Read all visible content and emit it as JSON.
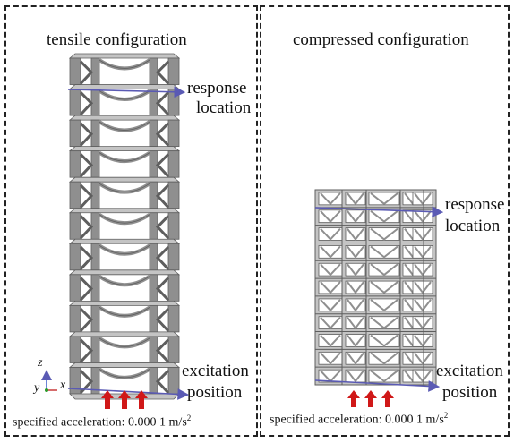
{
  "left_panel": {
    "title": "tensile configuration",
    "response_label": [
      "response",
      "location"
    ],
    "excitation_label": [
      "excitation",
      "position"
    ],
    "spec_text": "specified acceleration: 0.000 1 m/s",
    "spec_sup": "2",
    "axes": {
      "z": "z",
      "y": "y",
      "x": "x"
    }
  },
  "right_panel": {
    "title": "compressed configuration",
    "response_label": [
      "response",
      "location"
    ],
    "excitation_label": [
      "excitation",
      "position"
    ],
    "spec_text": "specified acceleration: 0.000 1 m/s",
    "spec_sup": "2"
  },
  "colors": {
    "structure": "#8f8f8f",
    "structure_dark": "#5e5e5e",
    "structure_light": "#c4c4c4",
    "pointer_line": "#5a5ab4",
    "arrow": "#d01818",
    "border": "#222222"
  },
  "tensile_cells": 11,
  "compressed_cells": 11
}
